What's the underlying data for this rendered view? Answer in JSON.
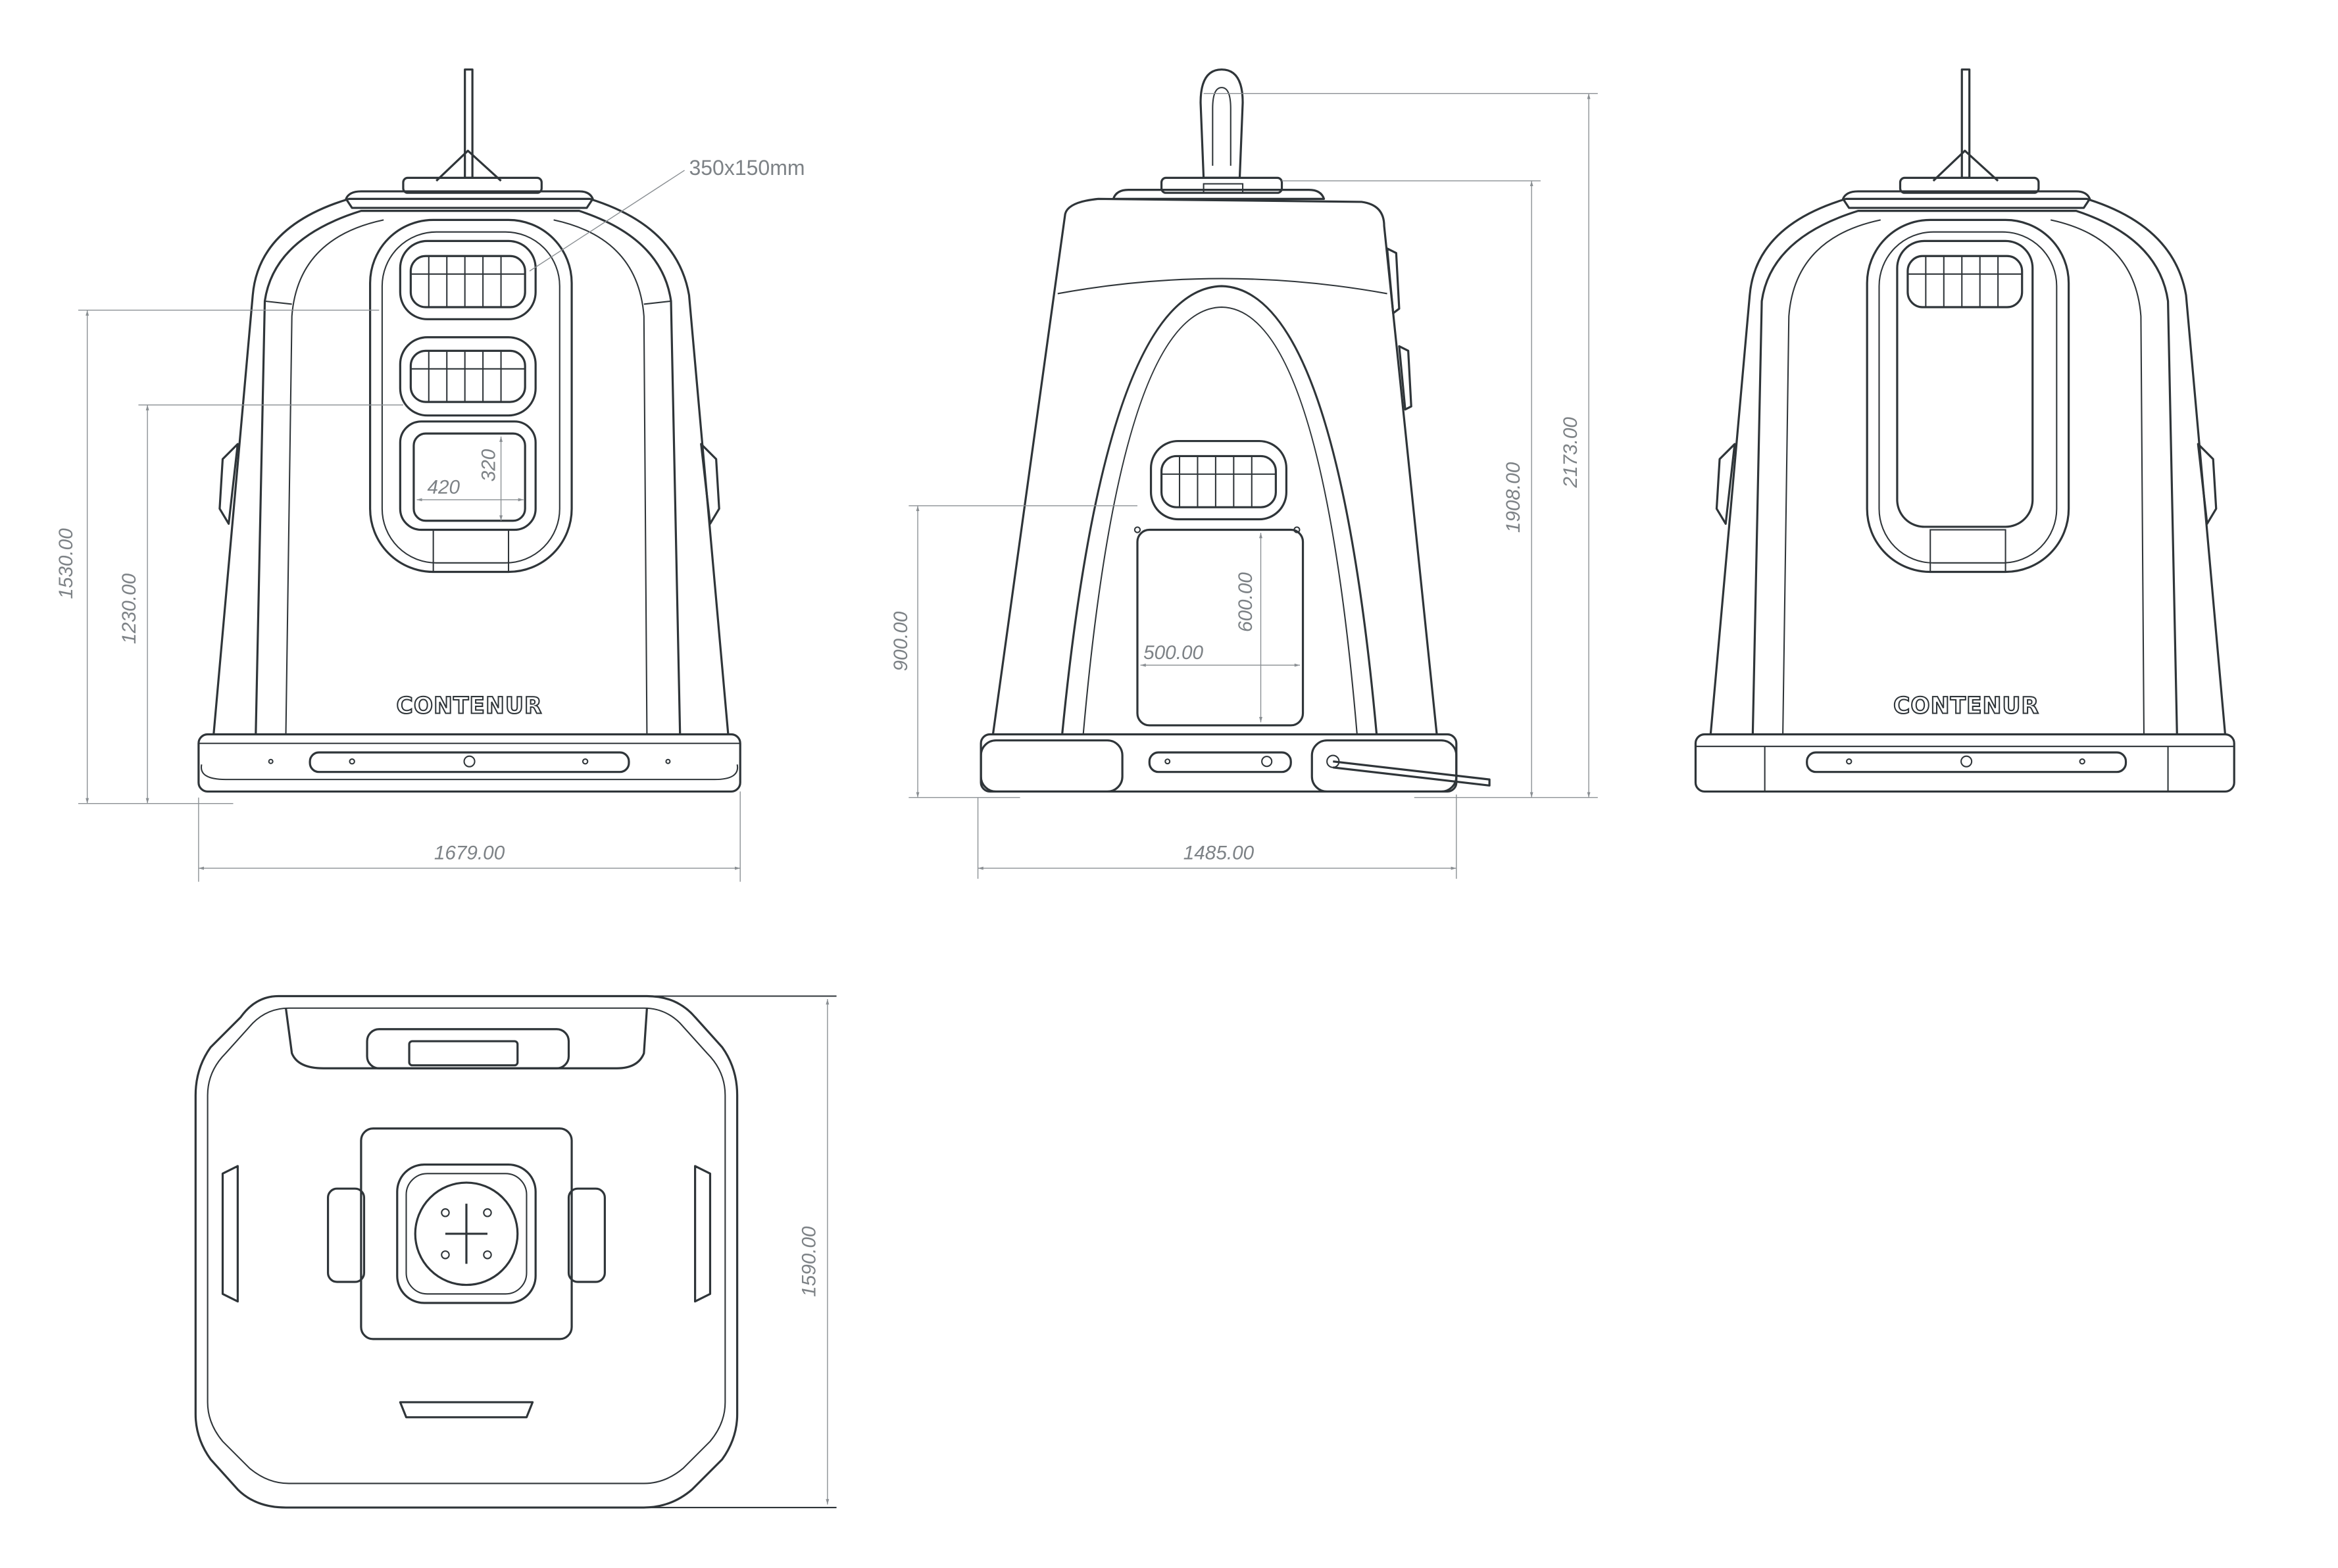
{
  "brand": {
    "logo_text": "CONTENUR"
  },
  "front_view": {
    "opening_label": "350x150mm",
    "door_width": "420",
    "door_height": "320",
    "height_upper_opening": "1530.00",
    "height_lower_opening": "1230.00",
    "width": "1679.00"
  },
  "side_view": {
    "door_bottom_height": "900.00",
    "door_height": "600.00",
    "door_width": "500.00",
    "body_height": "1908.00",
    "total_height": "2173.00",
    "depth": "1485.00"
  },
  "top_view": {
    "depth": "1590.00"
  },
  "colors": {
    "line": "#2f3539",
    "dimension": "#8a8f93",
    "background": "#ffffff"
  }
}
